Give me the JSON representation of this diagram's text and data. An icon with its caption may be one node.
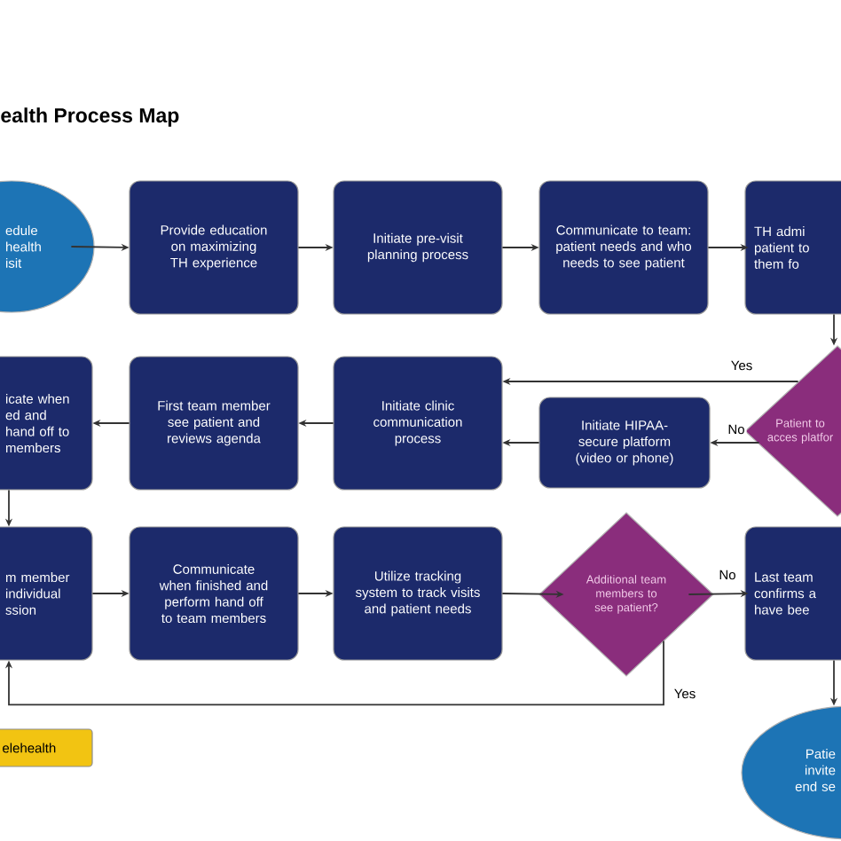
{
  "diagram": {
    "title": "ealth Process Map",
    "nodes": [
      {
        "text": [
          "edule health isit"
        ]
      },
      {
        "text": [
          "Provide education on maximizing TH experience"
        ]
      },
      {
        "text": [
          "Initiate pre-visit planning process"
        ]
      },
      {
        "text": [
          "Communicate to team: patient needs and who needs to see patient"
        ]
      },
      {
        "text": [
          "TH admi patient to them fo"
        ]
      },
      {
        "text": [
          "Patient to acces platfor"
        ]
      },
      {
        "text": [
          "Initiate HIPAA-secure platform (video or phone)"
        ]
      },
      {
        "text": [
          "Initiate clinic communication process"
        ]
      },
      {
        "text": [
          "First team member see patient and reviews agenda"
        ]
      },
      {
        "text": [
          "icate when ed and hand off to members"
        ]
      },
      {
        "text": [
          "m member individual ssion"
        ]
      },
      {
        "text": [
          "Communicate when finished and perform hand off to team members"
        ]
      },
      {
        "text": [
          "Utilize tracking system to track visits and patient needs"
        ]
      },
      {
        "text": [
          "Additional team members to see patient?"
        ]
      },
      {
        "text": [
          "Last team confirms a have bee"
        ]
      },
      {
        "text": [
          "Patie invite end se"
        ]
      }
    ],
    "edges": [
      {
        "from": 0,
        "to": 1,
        "arrow": "to"
      },
      {
        "from": 1,
        "to": 2,
        "arrow": "to"
      },
      {
        "from": 2,
        "to": 3,
        "arrow": "to"
      },
      {
        "from": 3,
        "to": 4,
        "arrow": "to"
      },
      {
        "from": 4,
        "to": 5,
        "arrow": "to"
      },
      {
        "from": 5,
        "to": 7,
        "arrow": "to",
        "label": "Yes"
      },
      {
        "from": 5,
        "to": 6,
        "arrow": "to",
        "label": "No"
      },
      {
        "from": 6,
        "to": 7,
        "arrow": "to"
      },
      {
        "from": 7,
        "to": 8,
        "arrow": "to"
      },
      {
        "from": 8,
        "to": 9,
        "arrow": "to"
      },
      {
        "from": 9,
        "to": 10,
        "arrow": "to"
      },
      {
        "from": 10,
        "to": 11,
        "arrow": "to"
      },
      {
        "from": 11,
        "to": 12,
        "arrow": "to"
      },
      {
        "from": 12,
        "to": 13,
        "arrow": "to"
      },
      {
        "from": 13,
        "to": 14,
        "arrow": "to",
        "label": "No"
      },
      {
        "from": 13,
        "to": 10,
        "arrow": "to",
        "label": "Yes"
      },
      {
        "from": 14,
        "to": 15,
        "arrow": "to"
      }
    ],
    "legend": [
      {
        "text": "elehealth",
        "color": "#f2c412"
      }
    ]
  }
}
